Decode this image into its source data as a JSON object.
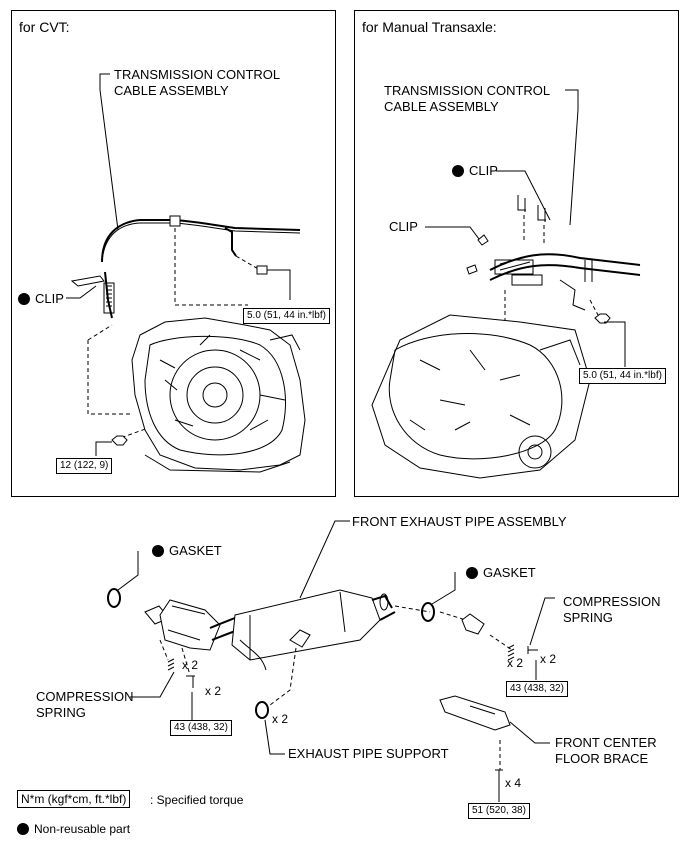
{
  "panels": {
    "cvt": {
      "title": "for CVT:"
    },
    "manual": {
      "title": "for Manual Transaxle:"
    }
  },
  "labels": {
    "cvt_cable_line1": "TRANSMISSION CONTROL",
    "cvt_cable_line2": "CABLE ASSEMBLY",
    "cvt_clip": "CLIP",
    "cvt_torque_bolt": "5.0 (51, 44 in.*lbf)",
    "cvt_torque_nut": "12 (122, 9)",
    "mt_cable_line1": "TRANSMISSION CONTROL",
    "mt_cable_line2": "CABLE ASSEMBLY",
    "mt_clip_nonreusable": "CLIP",
    "mt_clip": "CLIP",
    "mt_torque": "5.0 (51, 44 in.*lbf)",
    "exhaust_pipe": "FRONT EXHAUST PIPE ASSEMBLY",
    "gasket_left": "GASKET",
    "gasket_right": "GASKET",
    "compression_spring_right_line1": "COMPRESSION",
    "compression_spring_right_line2": "SPRING",
    "compression_spring_left_line1": "COMPRESSION",
    "compression_spring_left_line2": "SPRING",
    "qty_x2_a": "x 2",
    "qty_x2_b": "x 2",
    "qty_x2_c": "x 2",
    "qty_x2_d": "x 2",
    "qty_x2_e": "x 2",
    "qty_x4": "x 4",
    "torque_43_left": "43 (438, 32)",
    "torque_43_right": "43 (438, 32)",
    "exhaust_support": "EXHAUST PIPE SUPPORT",
    "floor_brace_line1": "FRONT CENTER",
    "floor_brace_line2": "FLOOR BRACE",
    "torque_51": "51 (520, 38)"
  },
  "legend": {
    "torque_units": "N*m (kgf*cm, ft.*lbf)",
    "torque_desc": ": Specified torque",
    "nonreusable": "Non-reusable part"
  }
}
